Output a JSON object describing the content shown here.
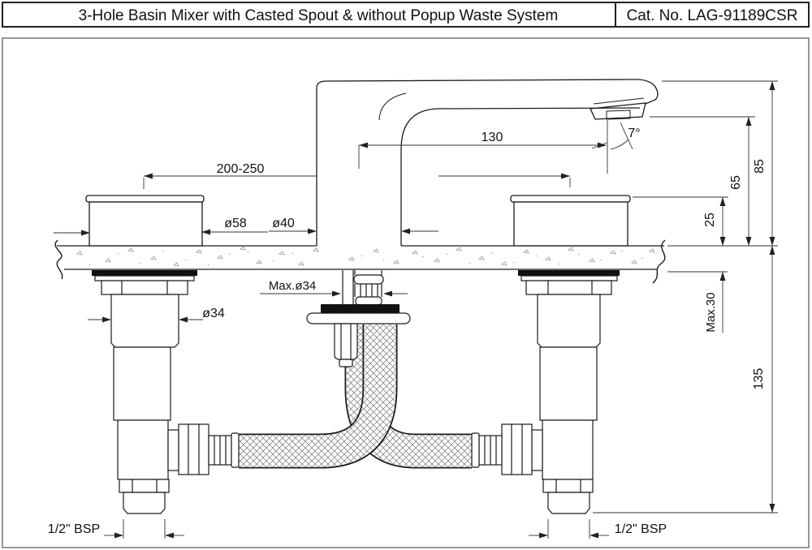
{
  "title_bar": {
    "title": "3-Hole Basin Mixer with Casted Spout & without Popup Waste System",
    "cat_no": "Cat. No. LAG-91189CSR"
  },
  "dimensions": {
    "spout_reach": "130",
    "spray_angle": "7°",
    "center_distance": "200-250",
    "handle_diameter": "ø58",
    "body_diameter": "ø40",
    "total_height": "85",
    "outlet_height": "65",
    "handle_height": "25",
    "shank_diameter": "ø34",
    "max_hole_diameter": "Max.ø34",
    "max_deck_thickness": "Max.30",
    "below_deck_height": "135",
    "thread_left": "1/2\" BSP",
    "thread_right": "1/2\" BSP"
  },
  "colors": {
    "line": "#1a1a1a",
    "dimension_line": "#333333",
    "frame": "#777777",
    "gasket_fill": "#111111",
    "deck_speckle": "#9a9a9a"
  }
}
